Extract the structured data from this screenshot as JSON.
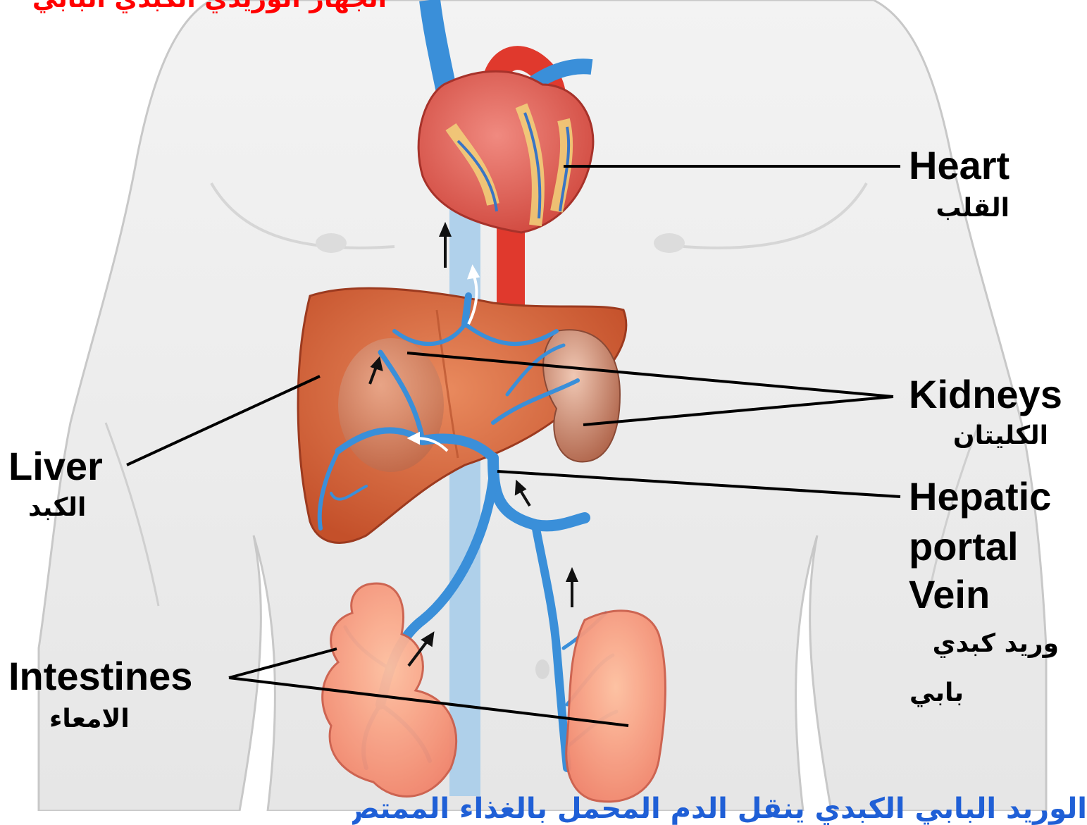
{
  "header_text": "الجهاز الوريدي الكبدي البابي",
  "footer_text": "الوريد البابي الكبدي ينقل الدم المحمل بالغذاء الممتص من الامعاء",
  "labels": {
    "heart_en": "Heart",
    "heart_ar": "القلب",
    "kidneys_en": "Kidneys",
    "kidneys_ar": "الكليتان",
    "hepatic_en_1": "Hepatic",
    "hepatic_en_2": "portal",
    "hepatic_en_3": "Vein",
    "hepatic_ar_1": "وريد كبدي",
    "hepatic_ar_2": "بابي",
    "liver_en": "Liver",
    "liver_ar": "الكبد",
    "intestines_en": "Intestines",
    "intestines_ar": "الامعاء"
  },
  "colors": {
    "header": "#ff0000",
    "footer": "#1f5fd6",
    "vein": "#3a8fd9",
    "artery": "#e0392d",
    "liver": "#d9653a",
    "skin": "#ededed"
  }
}
